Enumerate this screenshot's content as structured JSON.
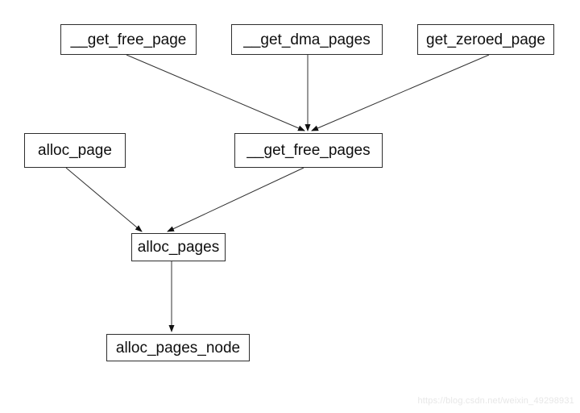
{
  "diagram": {
    "type": "call-graph",
    "nodes": [
      {
        "id": "get-free-page",
        "label": "__get_free_page"
      },
      {
        "id": "get-dma-pages",
        "label": "__get_dma_pages"
      },
      {
        "id": "get-zeroed-page",
        "label": "get_zeroed_page"
      },
      {
        "id": "alloc-page",
        "label": "alloc_page"
      },
      {
        "id": "get-free-pages",
        "label": "__get_free_pages"
      },
      {
        "id": "alloc-pages",
        "label": "alloc_pages"
      },
      {
        "id": "alloc-pages-node",
        "label": "alloc_pages_node"
      }
    ],
    "edges": [
      {
        "from": "__get_free_page",
        "to": "__get_free_pages"
      },
      {
        "from": "__get_dma_pages",
        "to": "__get_free_pages"
      },
      {
        "from": "get_zeroed_page",
        "to": "__get_free_pages"
      },
      {
        "from": "alloc_page",
        "to": "alloc_pages"
      },
      {
        "from": "__get_free_pages",
        "to": "alloc_pages"
      },
      {
        "from": "alloc_pages",
        "to": "alloc_pages_node"
      }
    ]
  },
  "watermark": {
    "text": "https://blog.csdn.net/weixin_49298931"
  },
  "colors": {
    "background": "#ffffff",
    "box_border": "#2e2e2e",
    "text": "#0f0f0f",
    "arrow": "#303030",
    "arrowhead": "#111111",
    "watermark": "#e7e7e7"
  }
}
